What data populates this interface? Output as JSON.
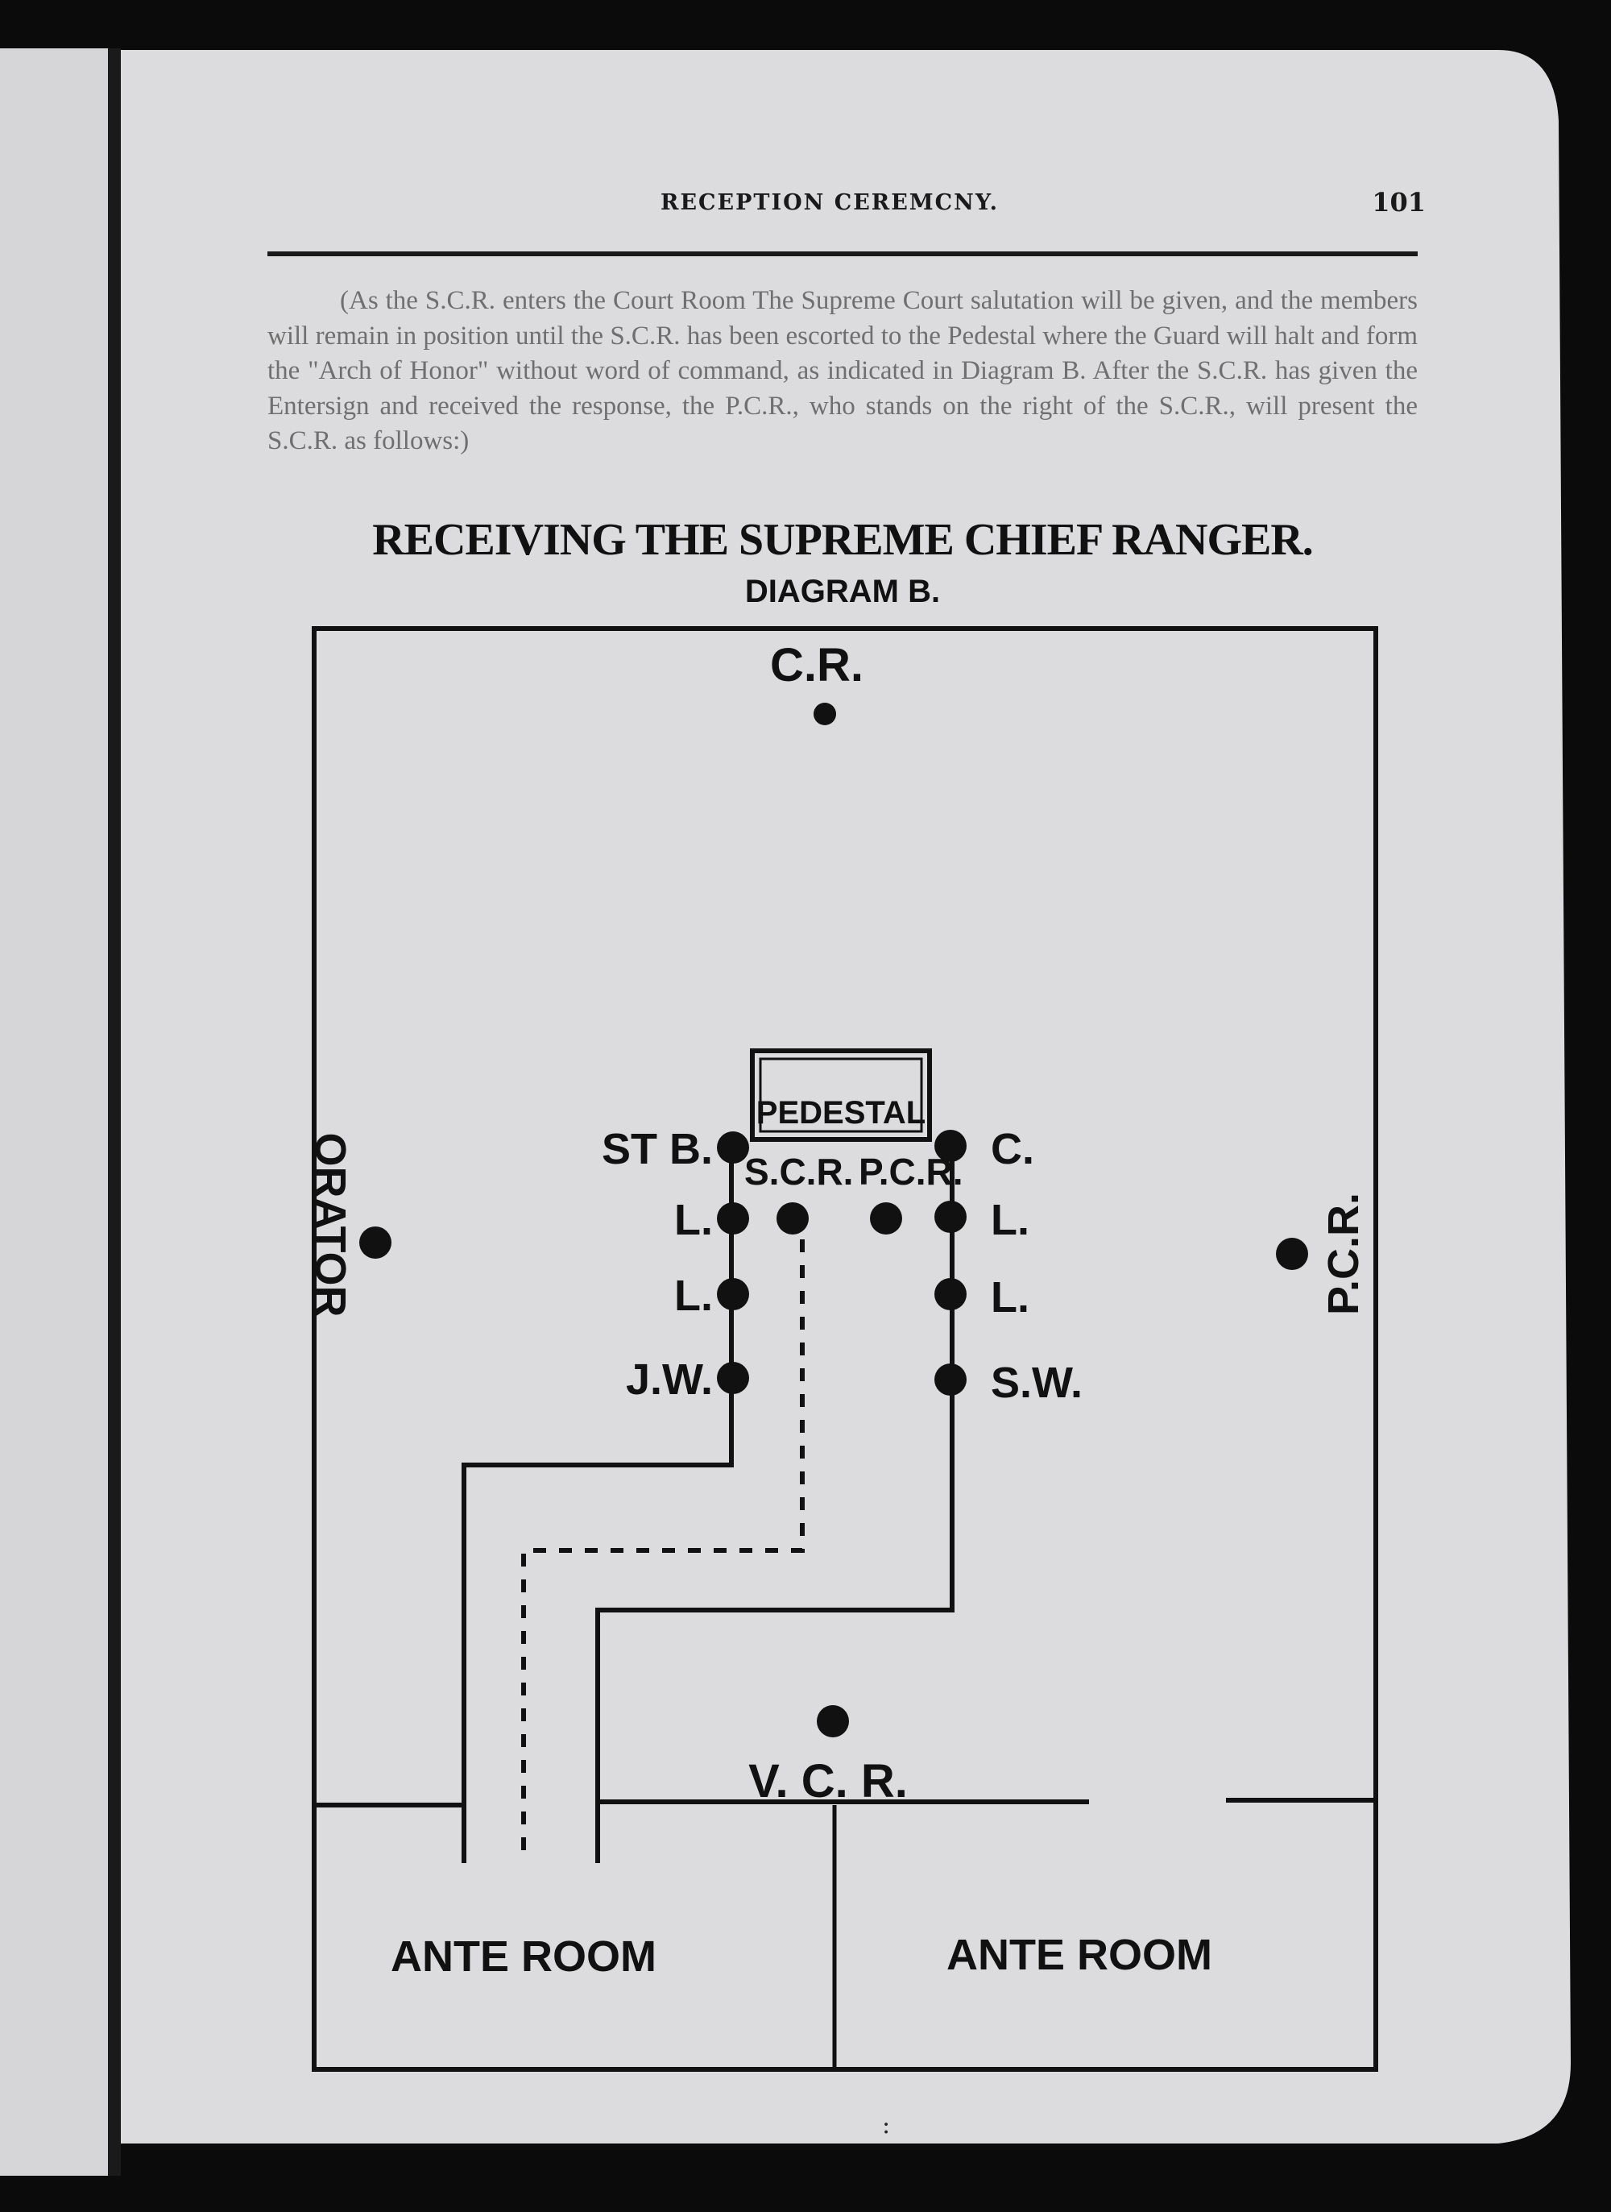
{
  "header": {
    "running_head": "RECEPTION CEREMCNY.",
    "page_number": "101"
  },
  "intro_text": "(As the S.C.R. enters the Court Room The Supreme Court salutation will be given, and the members will remain in position until the S.C.R. has been escorted to the Pedestal where the Guard will halt and form the \"Arch of Honor\" without word of command, as indicated in Diagram B. After the S.C.R. has given the Entersign and received the response, the P.C.R., who stands on the right of the S.C.R., will present the S.C.R. as follows:)",
  "figure": {
    "title": "RECEIVING THE SUPREME CHIEF RANGER.",
    "subtitle": "DIAGRAM B.",
    "labels": {
      "cr": "C.R.",
      "pedestal": "PEDESTAL",
      "stb": "ST B.",
      "scr": "S.C.R.",
      "pcr_center": "P.C.R.",
      "c": "C.",
      "l_left_1": "L.",
      "l_left_2": "L.",
      "l_right_1": "L.",
      "l_right_2": "L.",
      "jw": "J.W.",
      "sw": "S.W.",
      "orator": "ORATOR",
      "pcr_side": "P.C.R.",
      "vcr": "V. C. R.",
      "ante_left": "ANTE ROOM",
      "ante_right": "ANTE ROOM"
    }
  },
  "footer_mark": ":"
}
